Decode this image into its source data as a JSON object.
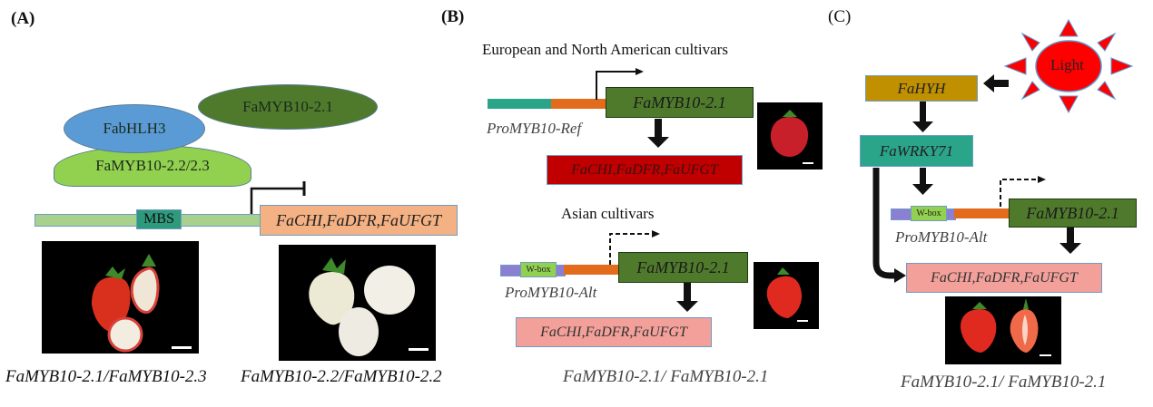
{
  "panels": {
    "a": {
      "label": "(A)",
      "proteins": {
        "myb21": "FaMYB10-2.1",
        "bhlh3": "FabHLH3",
        "myb2223": "FaMYB10-2.2/2.3"
      },
      "motif": "MBS",
      "genes": "FaCHI,FaDFR,FaUFGT",
      "genotype_left": "FaMYB10-2.1/FaMYB10-2.3",
      "genotype_right": "FaMYB10-2.2/FaMYB10-2.2",
      "colors": {
        "myb21": "#4f7a2c",
        "bhlh3": "#5b9bd5",
        "myb2223": "#92d050",
        "promoter": "#a9d18e",
        "mbs": "#2e9a7c",
        "genes": "#f4b183"
      }
    },
    "b": {
      "label": "(B)",
      "eu_title": "European and North American cultivars",
      "eu_gene": "FaMYB10-2.1",
      "eu_promoter": "ProMYB10-Ref",
      "eu_targets": "FaCHI,FaDFR,FaUFGT",
      "asian_title": "Asian cultivars",
      "asian_wbox": "W-box",
      "asian_gene": "FaMYB10-2.1",
      "asian_promoter": "ProMYB10-Alt",
      "asian_targets": "FaCHI,FaDFR,FaUFGT",
      "genotype": "FaMYB10-2.1/ FaMYB10-2.1",
      "colors": {
        "teal": "#2aa58a",
        "orange": "#e36c1c",
        "green": "#4f7a2c",
        "red": "#c00000",
        "pink": "#f4a09a",
        "purple": "#8b7fd1",
        "wbox": "#92d050"
      }
    },
    "c": {
      "label": "(C)",
      "light": "Light",
      "hyh": "FaHYH",
      "wrky": "FaWRKY71",
      "wbox": "W-box",
      "gene": "FaMYB10-2.1",
      "promoter": "ProMYB10-Alt",
      "targets": "FaCHI,FaDFR,FaUFGT",
      "genotype": "FaMYB10-2.1/ FaMYB10-2.1",
      "colors": {
        "sun": "#ff0000",
        "hyh": "#c09000",
        "wrky": "#2aa58a"
      }
    }
  }
}
